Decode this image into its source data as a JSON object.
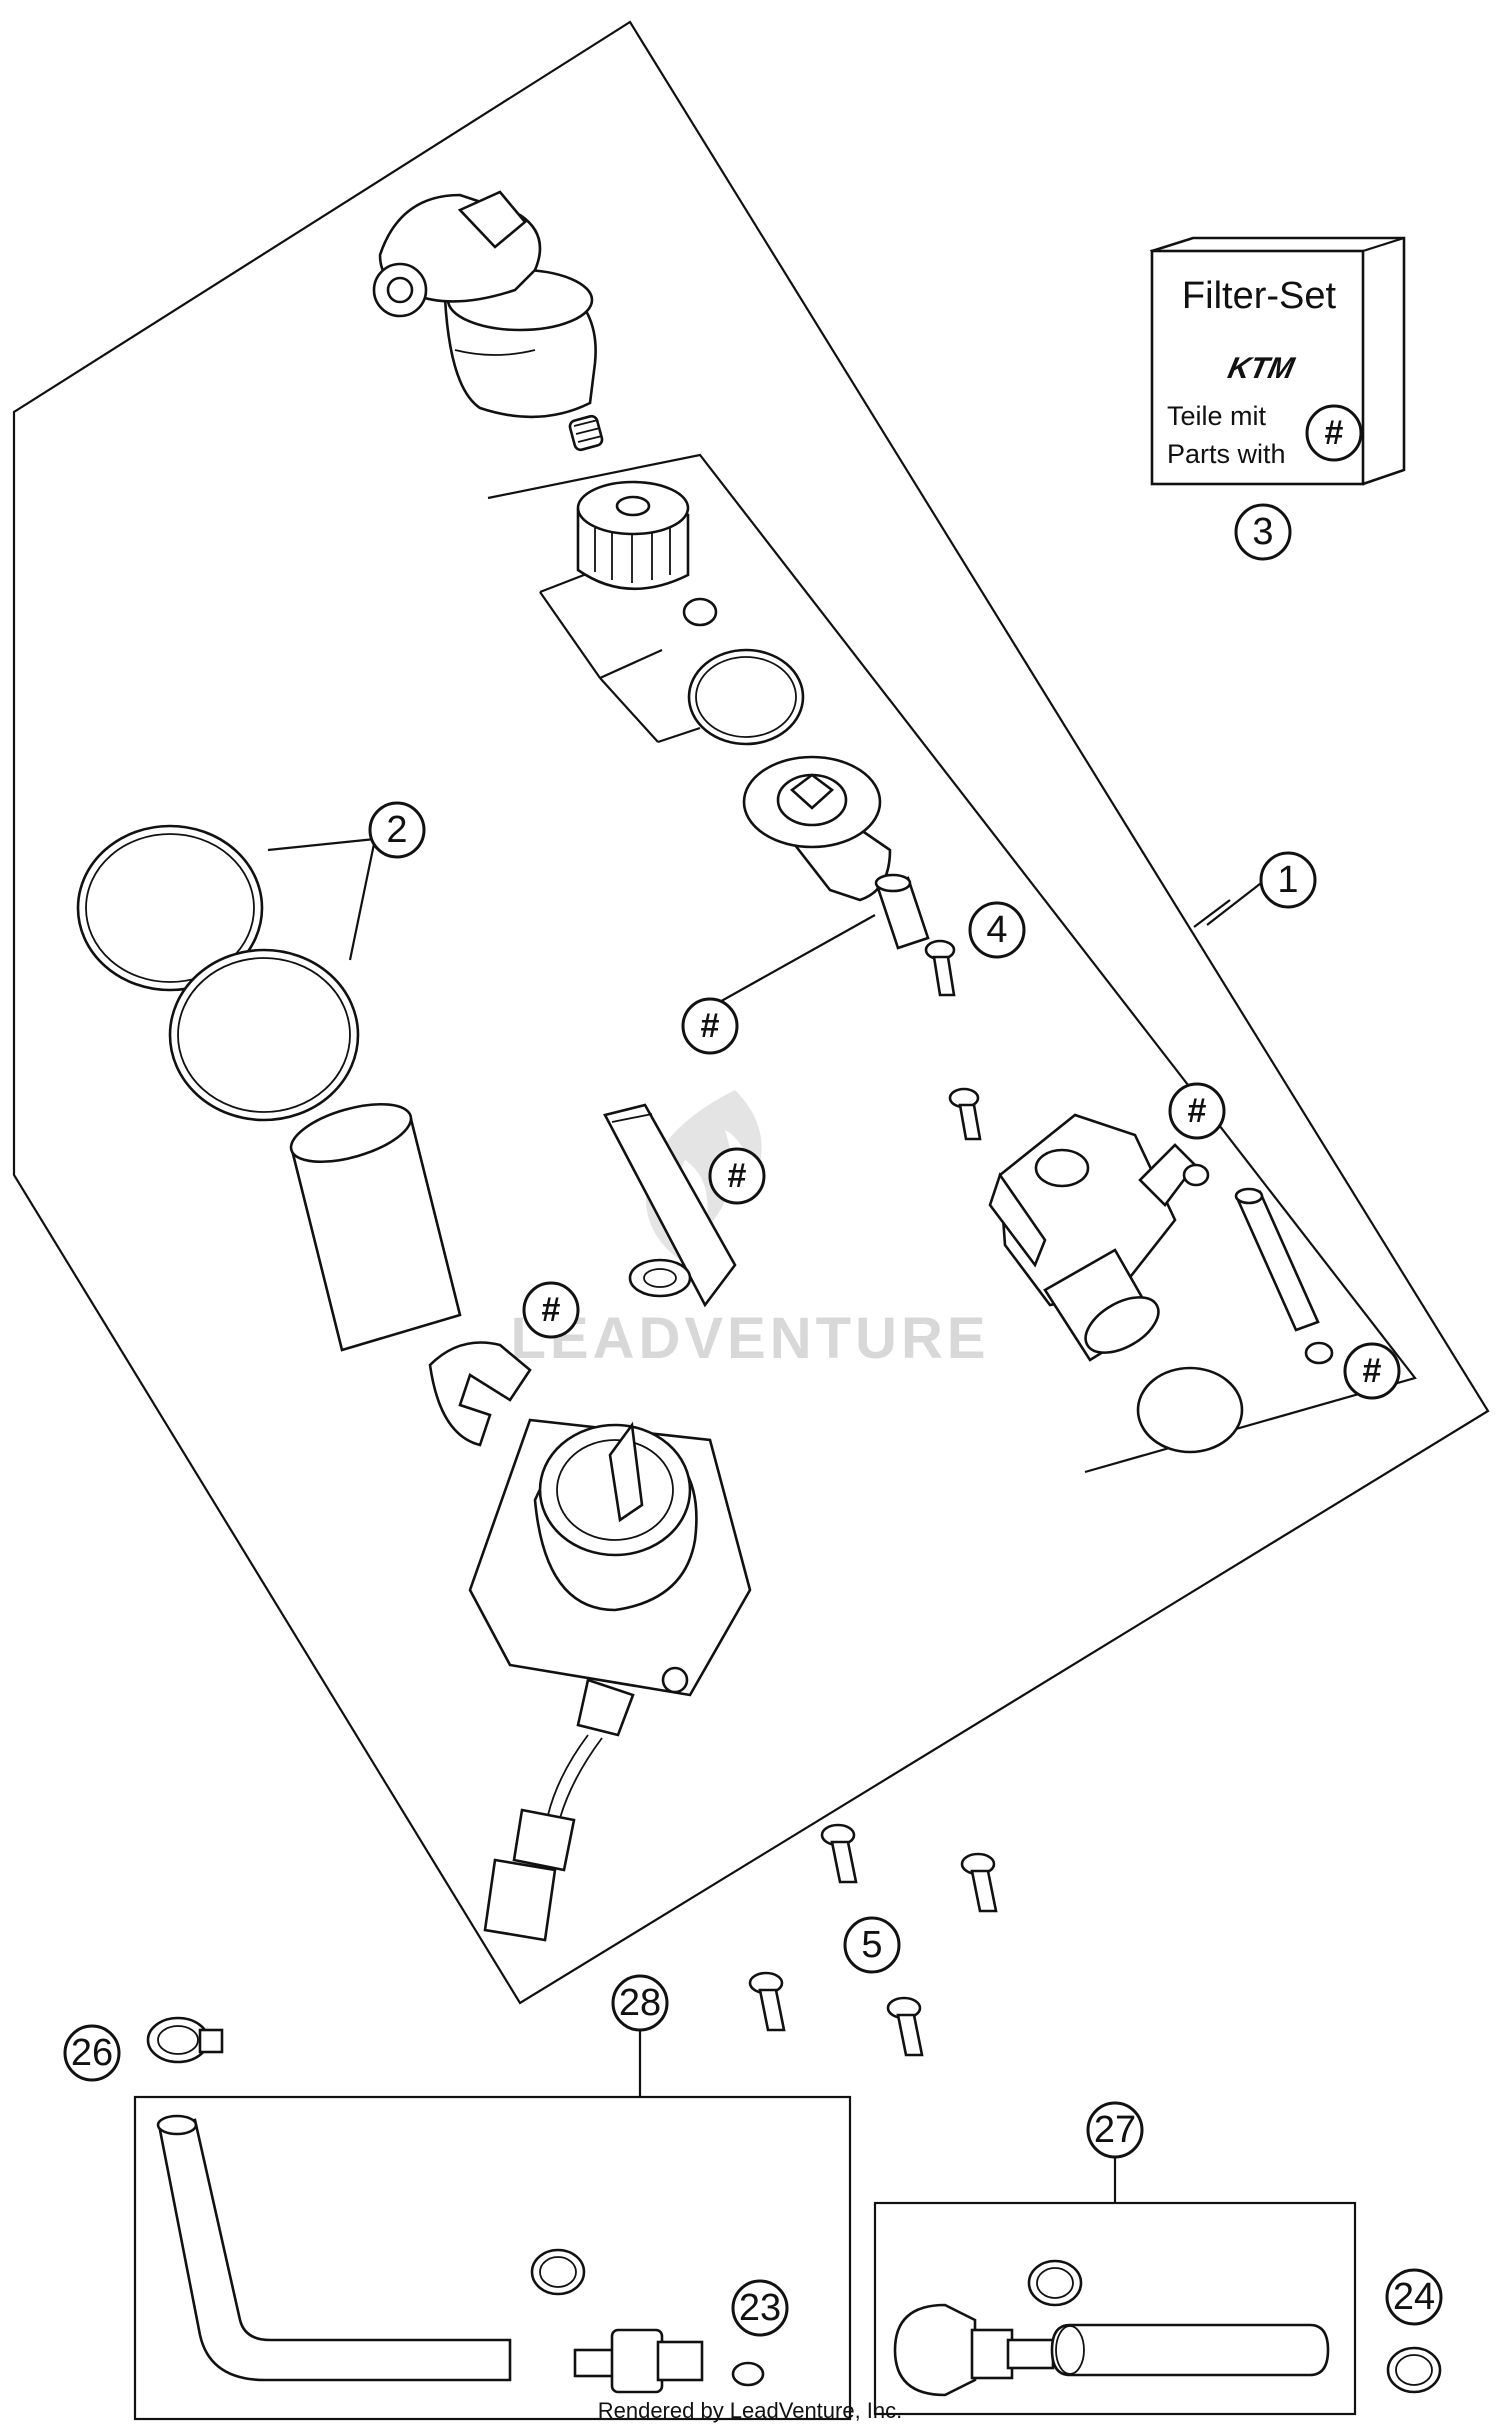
{
  "callouts": {
    "c1": "1",
    "c2": "2",
    "c3": "3",
    "c4": "4",
    "c5": "5",
    "c23": "23",
    "c24": "24",
    "c26": "26",
    "c27": "27",
    "c28": "28"
  },
  "hash_symbol": "#",
  "filter_box": {
    "title": "Filter-Set",
    "brand": "KTM",
    "line1": "Teile mit",
    "line2": "Parts with",
    "symbol": "#"
  },
  "watermark": "LEADVENTURE",
  "footer": "Rendered by LeadVenture, Inc."
}
